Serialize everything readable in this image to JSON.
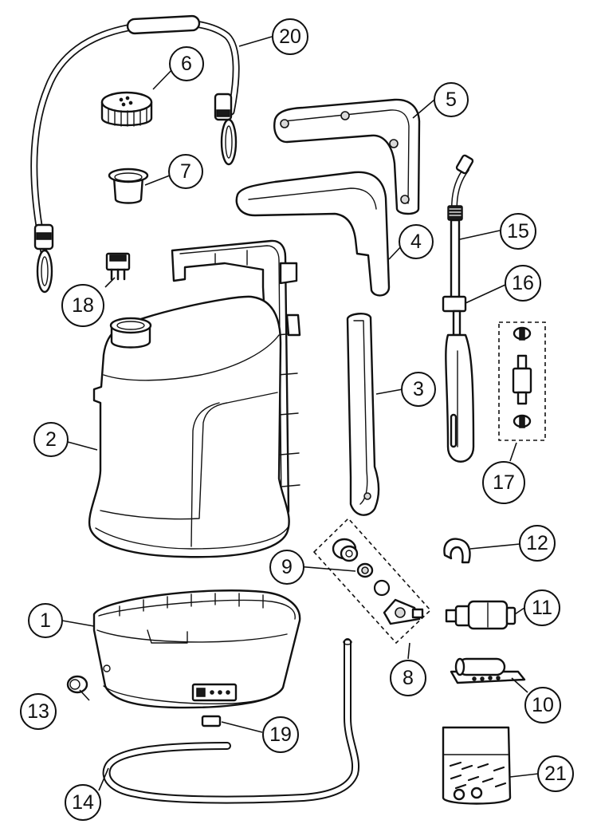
{
  "callouts": [
    {
      "id": "1",
      "label": "1"
    },
    {
      "id": "2",
      "label": "2"
    },
    {
      "id": "3",
      "label": "3"
    },
    {
      "id": "4",
      "label": "4"
    },
    {
      "id": "5",
      "label": "5"
    },
    {
      "id": "6",
      "label": "6"
    },
    {
      "id": "7",
      "label": "7"
    },
    {
      "id": "8",
      "label": "8"
    },
    {
      "id": "9",
      "label": "9"
    },
    {
      "id": "10",
      "label": "10"
    },
    {
      "id": "11",
      "label": "11"
    },
    {
      "id": "12",
      "label": "12"
    },
    {
      "id": "13",
      "label": "13"
    },
    {
      "id": "14",
      "label": "14"
    },
    {
      "id": "15",
      "label": "15"
    },
    {
      "id": "16",
      "label": "16"
    },
    {
      "id": "17",
      "label": "17"
    },
    {
      "id": "18",
      "label": "18"
    },
    {
      "id": "19",
      "label": "19"
    },
    {
      "id": "20",
      "label": "20"
    },
    {
      "id": "21",
      "label": "21"
    }
  ],
  "colors": {
    "line": "#111111",
    "background": "#ffffff",
    "fill_grey": "#d9d9d9"
  }
}
